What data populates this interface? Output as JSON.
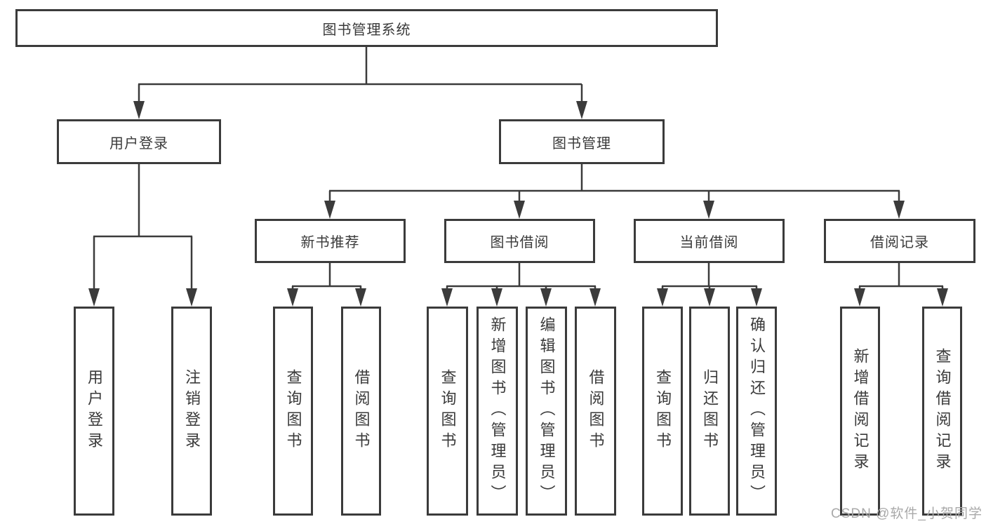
{
  "title": "图书管理系统",
  "level2": {
    "user_login": "用户登录",
    "book_mgmt": "图书管理"
  },
  "level3": {
    "new_books": "新书推荐",
    "book_borrow": "图书借阅",
    "current_borrow": "当前借阅",
    "borrow_records": "借阅记录"
  },
  "leaves": {
    "user_login": [
      "用户登录",
      "注销登录"
    ],
    "new_books": [
      "查询图书",
      "借阅图书"
    ],
    "book_borrow": [
      "查询图书",
      "新增图书（管理员）",
      "编辑图书（管理员）",
      "借阅图书"
    ],
    "current_borrow": [
      "查询图书",
      "归还图书",
      "确认归还（管理员）"
    ],
    "borrow_records": [
      "新增借阅记录",
      "查询借阅记录"
    ]
  },
  "watermark": "CSDN @软件_小贺同学",
  "colors": {
    "line": "#3b3b3b",
    "text": "#3a3a3a",
    "box_fill": "#ffffff",
    "watermark": "#a9a9a9"
  }
}
